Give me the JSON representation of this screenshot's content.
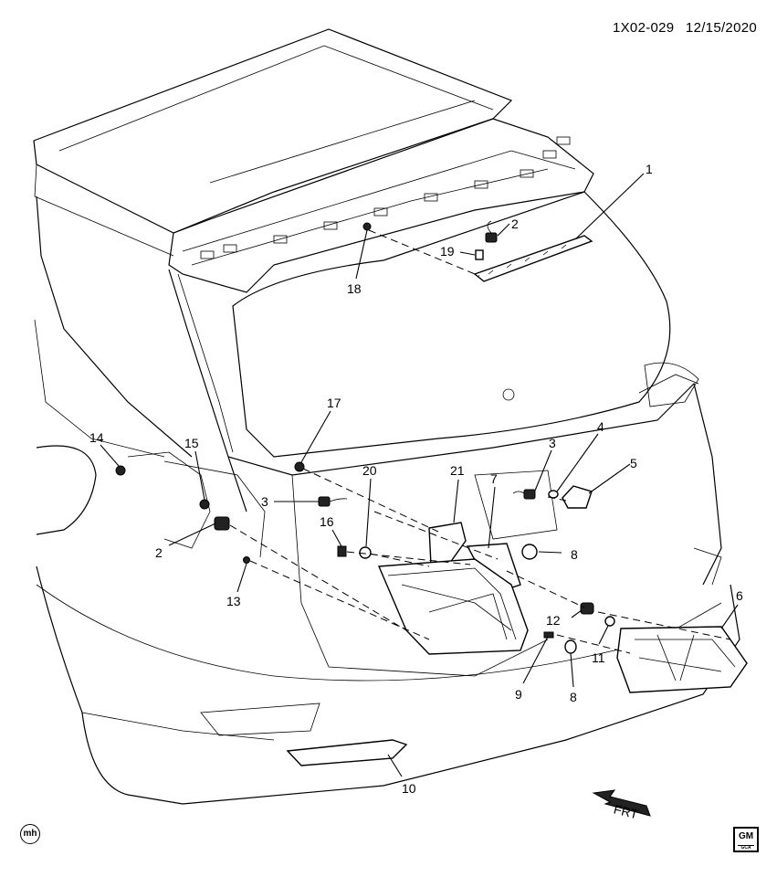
{
  "header": {
    "diagram_id": "1X02-029",
    "date": "12/15/2020"
  },
  "callouts": [
    {
      "id": "1",
      "label": "1"
    },
    {
      "id": "2a",
      "label": "2"
    },
    {
      "id": "19",
      "label": "19"
    },
    {
      "id": "18",
      "label": "18"
    },
    {
      "id": "17",
      "label": "17"
    },
    {
      "id": "14",
      "label": "14"
    },
    {
      "id": "15",
      "label": "15"
    },
    {
      "id": "3a",
      "label": "3"
    },
    {
      "id": "4",
      "label": "4"
    },
    {
      "id": "5",
      "label": "5"
    },
    {
      "id": "3b",
      "label": "3"
    },
    {
      "id": "21",
      "label": "21"
    },
    {
      "id": "20",
      "label": "20"
    },
    {
      "id": "7",
      "label": "7"
    },
    {
      "id": "16",
      "label": "16"
    },
    {
      "id": "2b",
      "label": "2"
    },
    {
      "id": "8a",
      "label": "8"
    },
    {
      "id": "13",
      "label": "13"
    },
    {
      "id": "6",
      "label": "6"
    },
    {
      "id": "12",
      "label": "12"
    },
    {
      "id": "11",
      "label": "11"
    },
    {
      "id": "9",
      "label": "9"
    },
    {
      "id": "8b",
      "label": "8"
    },
    {
      "id": "10",
      "label": "10"
    }
  ],
  "arrow_label": "FRT",
  "logo": {
    "brand": "GM",
    "sub": "GCA"
  },
  "corner_mark": "mh"
}
